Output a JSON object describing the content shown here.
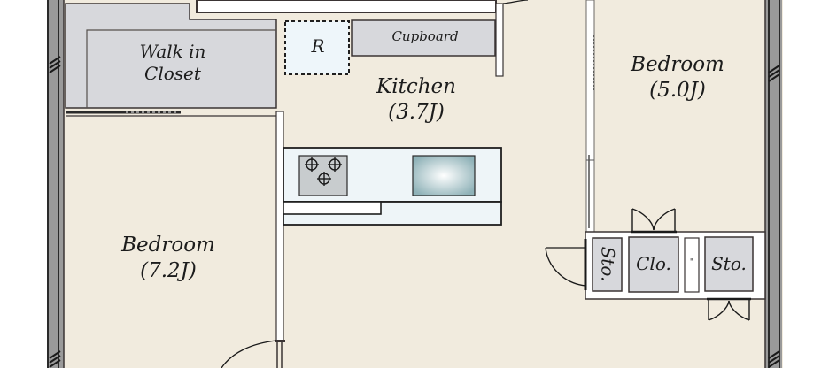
{
  "floor_plan": {
    "colors": {
      "floor": "#f1ebde",
      "storage": "#d7d8dc",
      "kitchen_counter": "#eef5f8",
      "outer_wall": "#9a9a9a",
      "wall_line": "#3a3434",
      "refrigerator_space": "#eef6fa",
      "sink": "#9fbfc4"
    },
    "rooms": [
      {
        "id": "walk-in-closet",
        "name_line1": "Walk in",
        "name_line2": "Closet"
      },
      {
        "id": "kitchen",
        "name": "Kitchen",
        "size": "(3.7J)"
      },
      {
        "id": "bedroom-right",
        "name": "Bedroom",
        "size": "(5.0J)"
      },
      {
        "id": "bedroom-left",
        "name": "Bedroom",
        "size": "(7.2J)"
      }
    ],
    "fixtures": {
      "refrigerator": "R",
      "cupboard": "Cupboard",
      "storage_left": "Sto.",
      "closet": "Clo.",
      "storage_right": "Sto.",
      "small_mark": "\""
    },
    "icons": [
      "stove-burner-icon",
      "sink-icon",
      "door-swing-icon",
      "double-door-icon",
      "window-icon"
    ]
  }
}
